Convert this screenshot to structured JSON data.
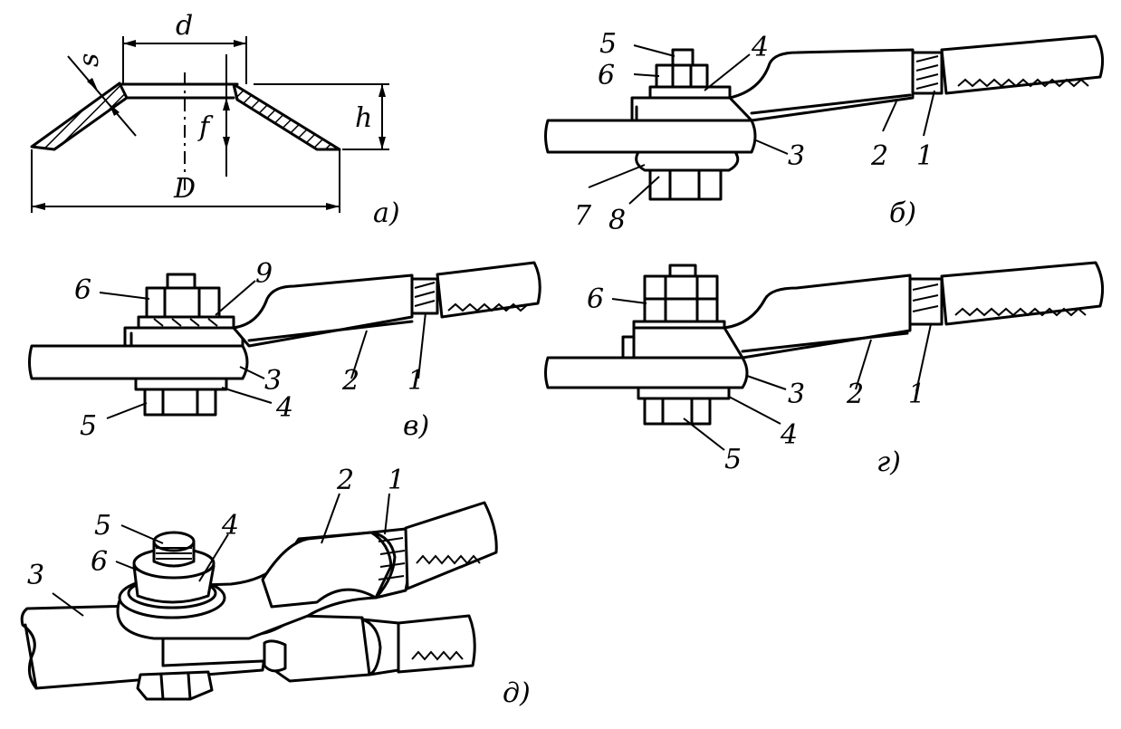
{
  "captions": {
    "a": "а)",
    "b": "б)",
    "v": "в)",
    "g": "г)",
    "d": "д)"
  },
  "fig_a": {
    "dim_d_small": "d",
    "dim_D_large": "D",
    "dim_h": "h",
    "dim_f": "f",
    "dim_s": "s"
  },
  "fig_b": {
    "labels": [
      "5",
      "6",
      "4",
      "3",
      "2",
      "1",
      "7",
      "8"
    ]
  },
  "fig_v": {
    "labels": [
      "6",
      "9",
      "3",
      "2",
      "1",
      "5",
      "4"
    ]
  },
  "fig_g": {
    "labels": [
      "6",
      "3",
      "2",
      "1",
      "4",
      "5"
    ]
  },
  "fig_d": {
    "labels": [
      "2",
      "1",
      "5",
      "4",
      "6",
      "3"
    ]
  }
}
